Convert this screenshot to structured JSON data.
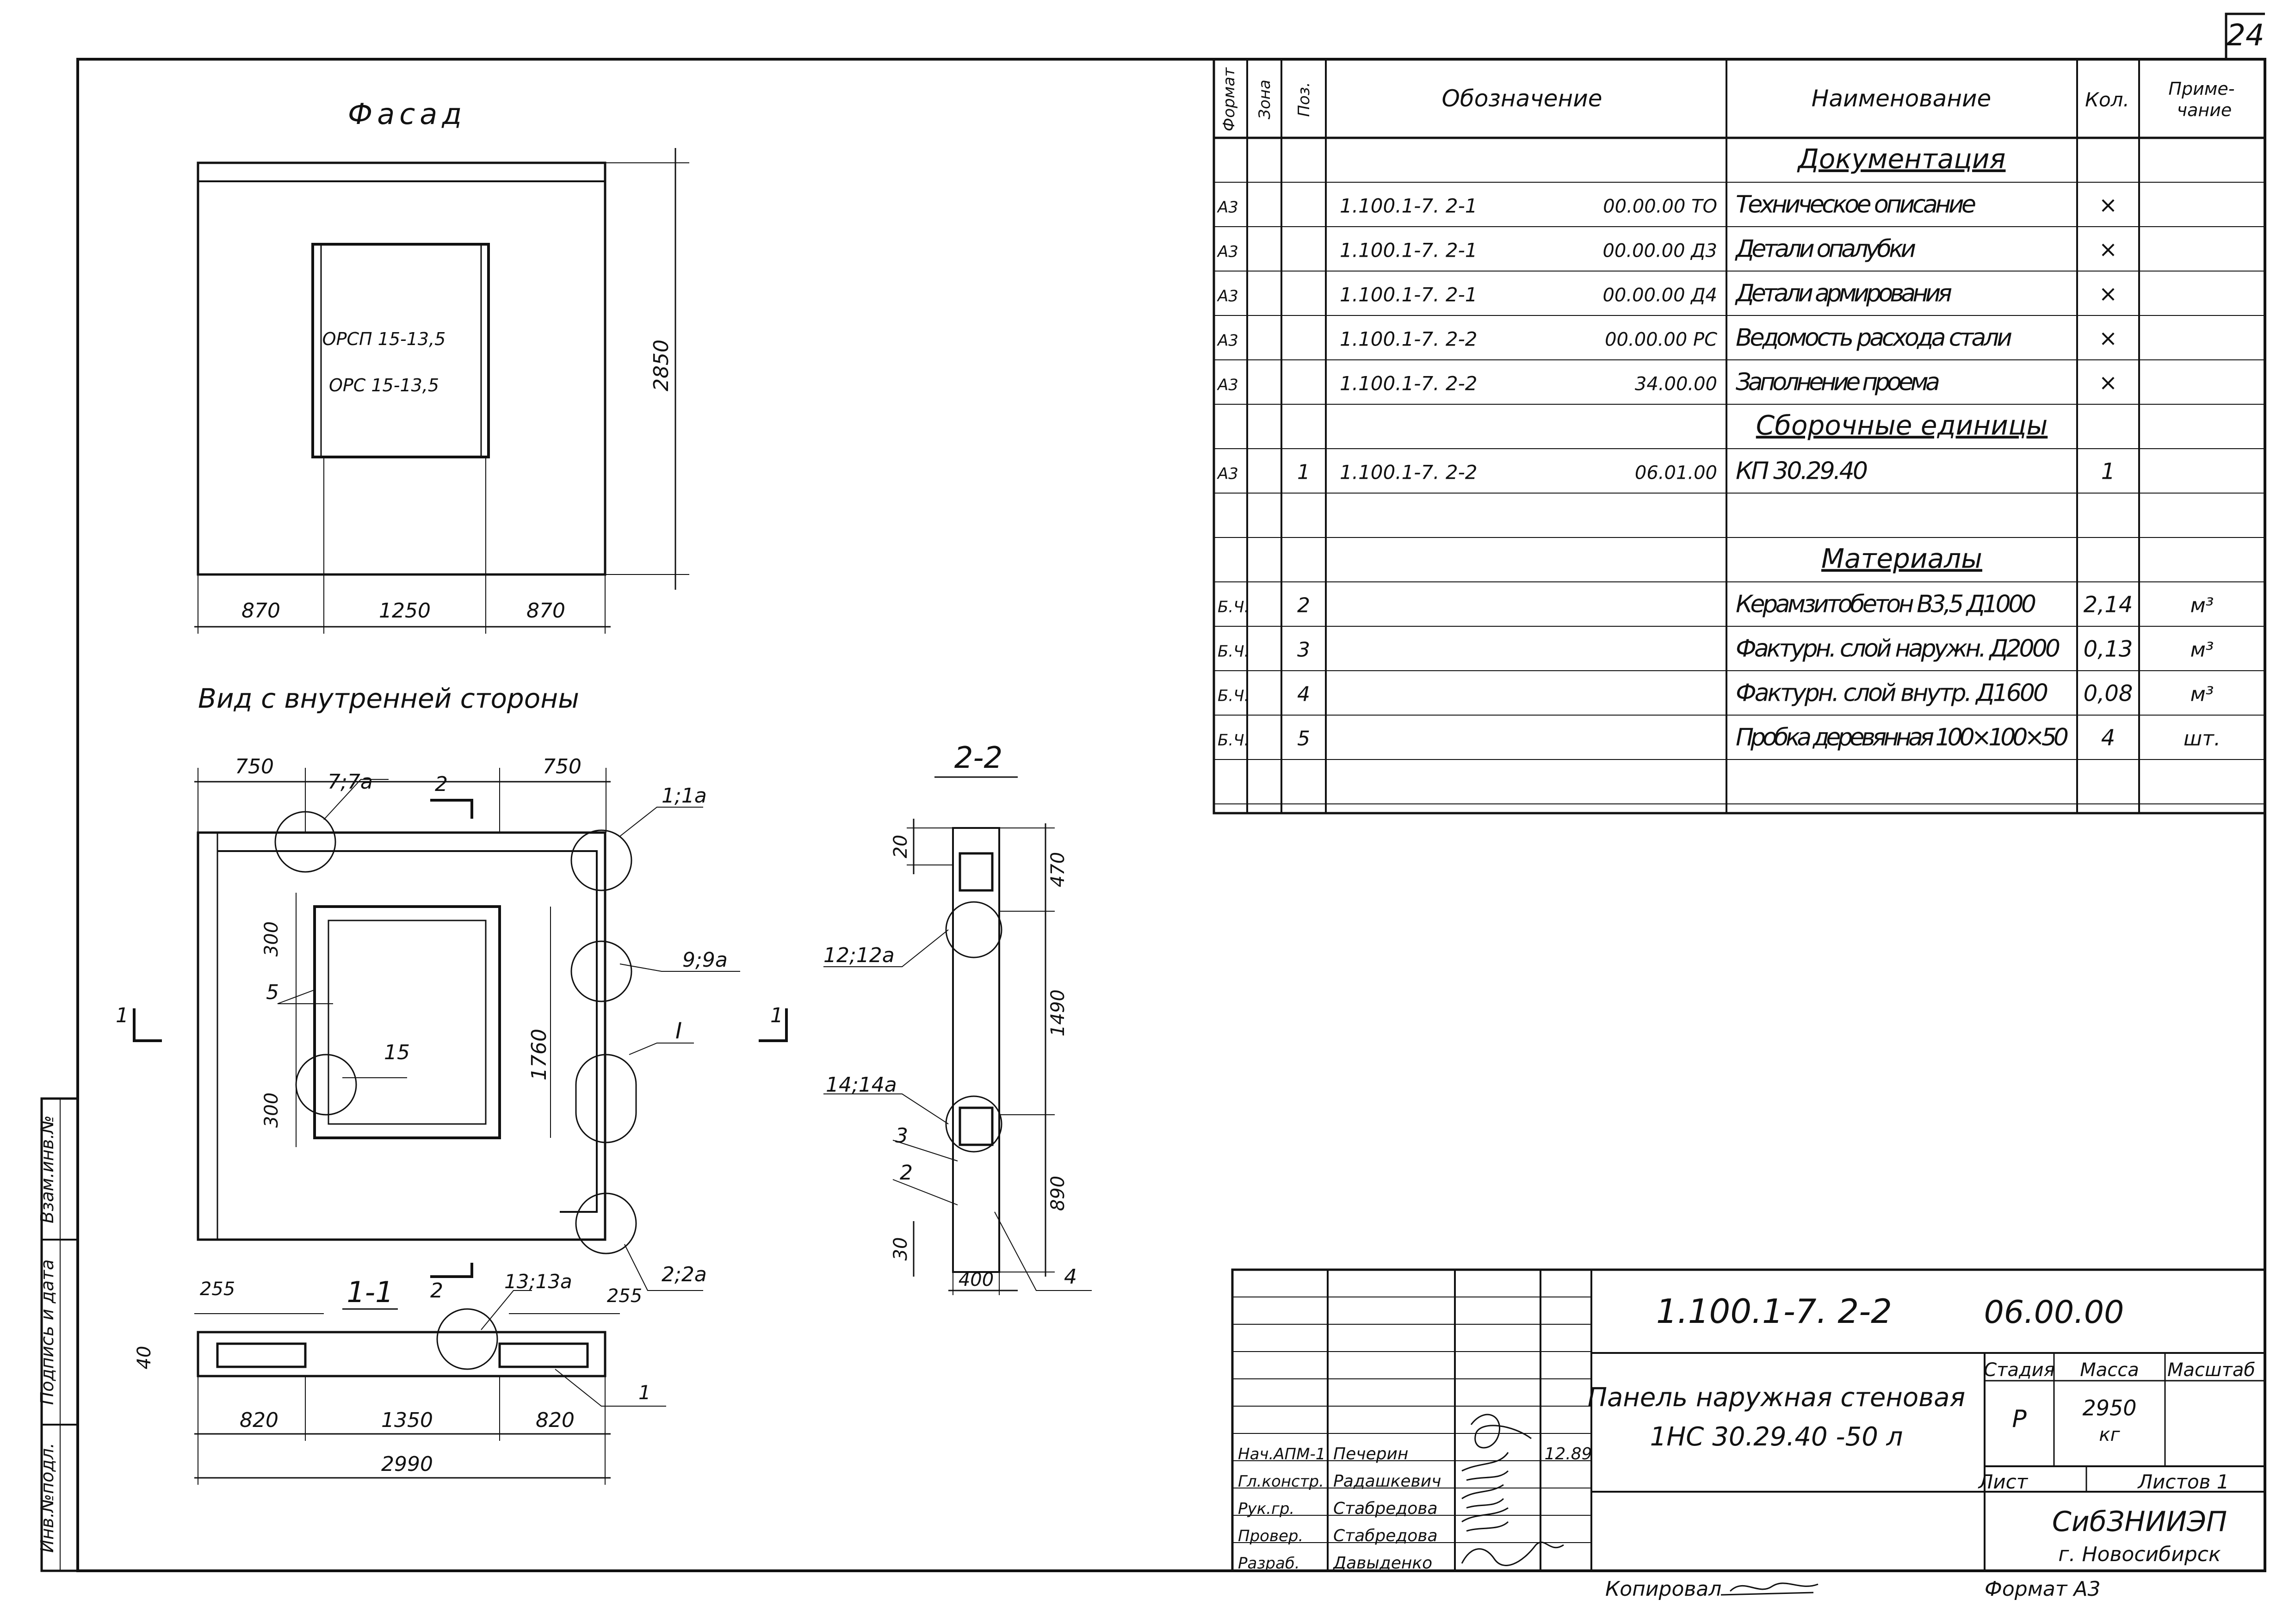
{
  "sheet_number": "24",
  "facade": {
    "title": "Фасад",
    "window_labels": [
      "ОРСП 15-13,5",
      "ОРС 15-13,5"
    ],
    "height_dim": "2850",
    "width_dims": [
      "870",
      "1250",
      "870"
    ]
  },
  "inner_view": {
    "title": "Вид с внутренней стороны",
    "dims_top": [
      "750",
      "750"
    ],
    "labels": {
      "n7_7a": "7;7а",
      "n2_top": "2",
      "n1_1a": "1;1а",
      "n9_9a": "9;9а",
      "n1_left": "1",
      "n1_right": "1",
      "n5": "5",
      "n15": "15",
      "roman_I": "I",
      "n2_2a": "2;2а",
      "n2_bottom": "2"
    },
    "dims_side": [
      "300",
      "300",
      "1760"
    ]
  },
  "section_1_1": {
    "title": "1-1",
    "labels": {
      "n13_13a": "13;13а",
      "n1": "1"
    },
    "dims": [
      "255",
      "255",
      "40",
      "820",
      "1350",
      "820",
      "2990"
    ]
  },
  "section_2_2": {
    "title": "2-2",
    "labels": {
      "n12_12a": "12;12а",
      "n14_14a": "14;14а",
      "n3": "3",
      "n2": "2",
      "n4": "4"
    },
    "dims": [
      "20",
      "470",
      "1490",
      "890",
      "30",
      "400"
    ]
  },
  "spec_table": {
    "headers": [
      "Формат",
      "Зона",
      "Поз.",
      "Обозначение",
      "Наименование",
      "Кол.",
      "Приме-\nчание"
    ],
    "rows": [
      {
        "fmt": "",
        "zone": "",
        "pos": "",
        "code": "",
        "code2": "",
        "name": "Документация",
        "qty": "",
        "note": "",
        "heading": true
      },
      {
        "fmt": "А3",
        "zone": "",
        "pos": "",
        "code": "1.100.1-7. 2-1",
        "code2": "00.00.00 ТО",
        "name": "Техническое описание",
        "qty": "×",
        "note": ""
      },
      {
        "fmt": "А3",
        "zone": "",
        "pos": "",
        "code": "1.100.1-7. 2-1",
        "code2": "00.00.00 Д3",
        "name": "Детали опалубки",
        "qty": "×",
        "note": ""
      },
      {
        "fmt": "А3",
        "zone": "",
        "pos": "",
        "code": "1.100.1-7. 2-1",
        "code2": "00.00.00 Д4",
        "name": "Детали армирования",
        "qty": "×",
        "note": ""
      },
      {
        "fmt": "А3",
        "zone": "",
        "pos": "",
        "code": "1.100.1-7. 2-2",
        "code2": "00.00.00 РС",
        "name": "Ведомость расхода стали",
        "qty": "×",
        "note": ""
      },
      {
        "fmt": "А3",
        "zone": "",
        "pos": "",
        "code": "1.100.1-7. 2-2",
        "code2": "34.00.00",
        "name": "Заполнение проема",
        "qty": "×",
        "note": ""
      },
      {
        "fmt": "",
        "zone": "",
        "pos": "",
        "code": "",
        "code2": "",
        "name": "Сборочные единицы",
        "qty": "",
        "note": "",
        "heading": true
      },
      {
        "fmt": "А3",
        "zone": "",
        "pos": "1",
        "code": "1.100.1-7. 2-2",
        "code2": "06.01.00",
        "name": "КП 30.29.40",
        "qty": "1",
        "note": ""
      },
      {
        "fmt": "",
        "zone": "",
        "pos": "",
        "code": "",
        "code2": "",
        "name": "",
        "qty": "",
        "note": ""
      },
      {
        "fmt": "",
        "zone": "",
        "pos": "",
        "code": "",
        "code2": "",
        "name": "Материалы",
        "qty": "",
        "note": "",
        "heading": true
      },
      {
        "fmt": "Б.Ч.",
        "zone": "",
        "pos": "2",
        "code": "",
        "code2": "",
        "name": "Керамзитобетон В3,5 Д1000",
        "qty": "2,14",
        "note": "м³"
      },
      {
        "fmt": "Б.Ч.",
        "zone": "",
        "pos": "3",
        "code": "",
        "code2": "",
        "name": "Фактурн. слой наружн. Д2000",
        "qty": "0,13",
        "note": "м³"
      },
      {
        "fmt": "Б.Ч.",
        "zone": "",
        "pos": "4",
        "code": "",
        "code2": "",
        "name": "Фактурн. слой внутр. Д1600",
        "qty": "0,08",
        "note": "м³"
      },
      {
        "fmt": "Б.Ч.",
        "zone": "",
        "pos": "5",
        "code": "",
        "code2": "",
        "name": "Пробка деревянная 100×100×50",
        "qty": "4",
        "note": "шт."
      },
      {
        "fmt": "",
        "zone": "",
        "pos": "",
        "code": "",
        "code2": "",
        "name": "",
        "qty": "",
        "note": ""
      }
    ]
  },
  "title_block": {
    "doc_code": "1.100.1-7. 2-2",
    "doc_code2": "06.00.00",
    "item_name_line1": "Панель наружная стеновая",
    "item_name_line2": "1НС 30.29.40 -50 л",
    "stage_label": "Стадия",
    "mass_label": "Масса",
    "scale_label": "Масштаб",
    "stage": "Р",
    "mass": "2950",
    "mass_unit": "кг",
    "sheet_label": "Лист",
    "sheets_label": "Листов 1",
    "org": "СибЗНИИЭП",
    "city": "г. Новосибирск",
    "date": "12.89",
    "signers": [
      {
        "role": "Нач.АПМ-1",
        "name": "Печерин"
      },
      {
        "role": "Гл.констр.",
        "name": "Радашкевич"
      },
      {
        "role": "Рук.гр.",
        "name": "Стабредова"
      },
      {
        "role": "Провер.",
        "name": "Стабредова"
      },
      {
        "role": "Разраб.",
        "name": "Давыденко"
      }
    ],
    "copied_by": "Копировал",
    "format": "Формат А3"
  },
  "side_stamp": [
    "Инв.№подл.",
    "Подпись и дата",
    "Взам.инв.№"
  ]
}
